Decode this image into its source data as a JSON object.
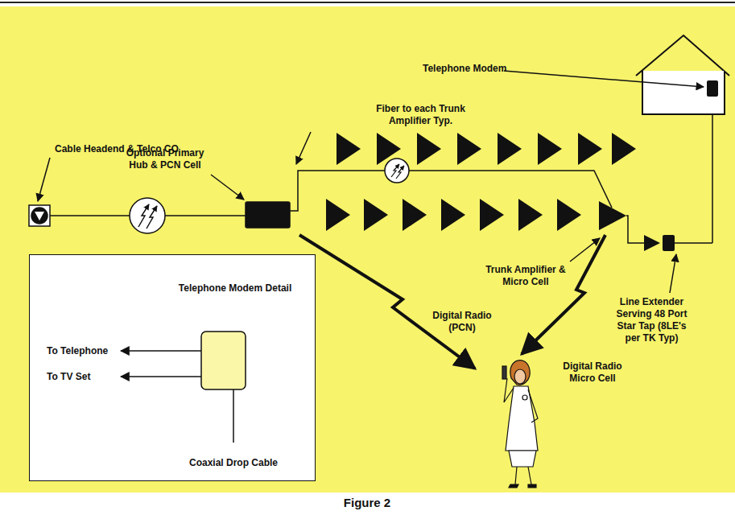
{
  "diagram": {
    "caption": "Figure 2",
    "nodes": [
      {
        "text": [
          "Telephone Modem Detail"
        ]
      }
    ],
    "labels": [
      "Cable Headend & Telco CO",
      "Optional Primary Hub & PCN Cell",
      "Fiber to each Trunk Amplifier Typ.",
      "Telephone Modem",
      "Trunk Amplifier & Micro Cell",
      "Line Extender Serving 48 Port Star Tap (8LE's per TK Typ)",
      "Digital Radio (PCN)",
      "Digital Radio Micro Cell",
      "To Telephone",
      "To TV Set",
      "Coaxial Drop Cable"
    ]
  }
}
